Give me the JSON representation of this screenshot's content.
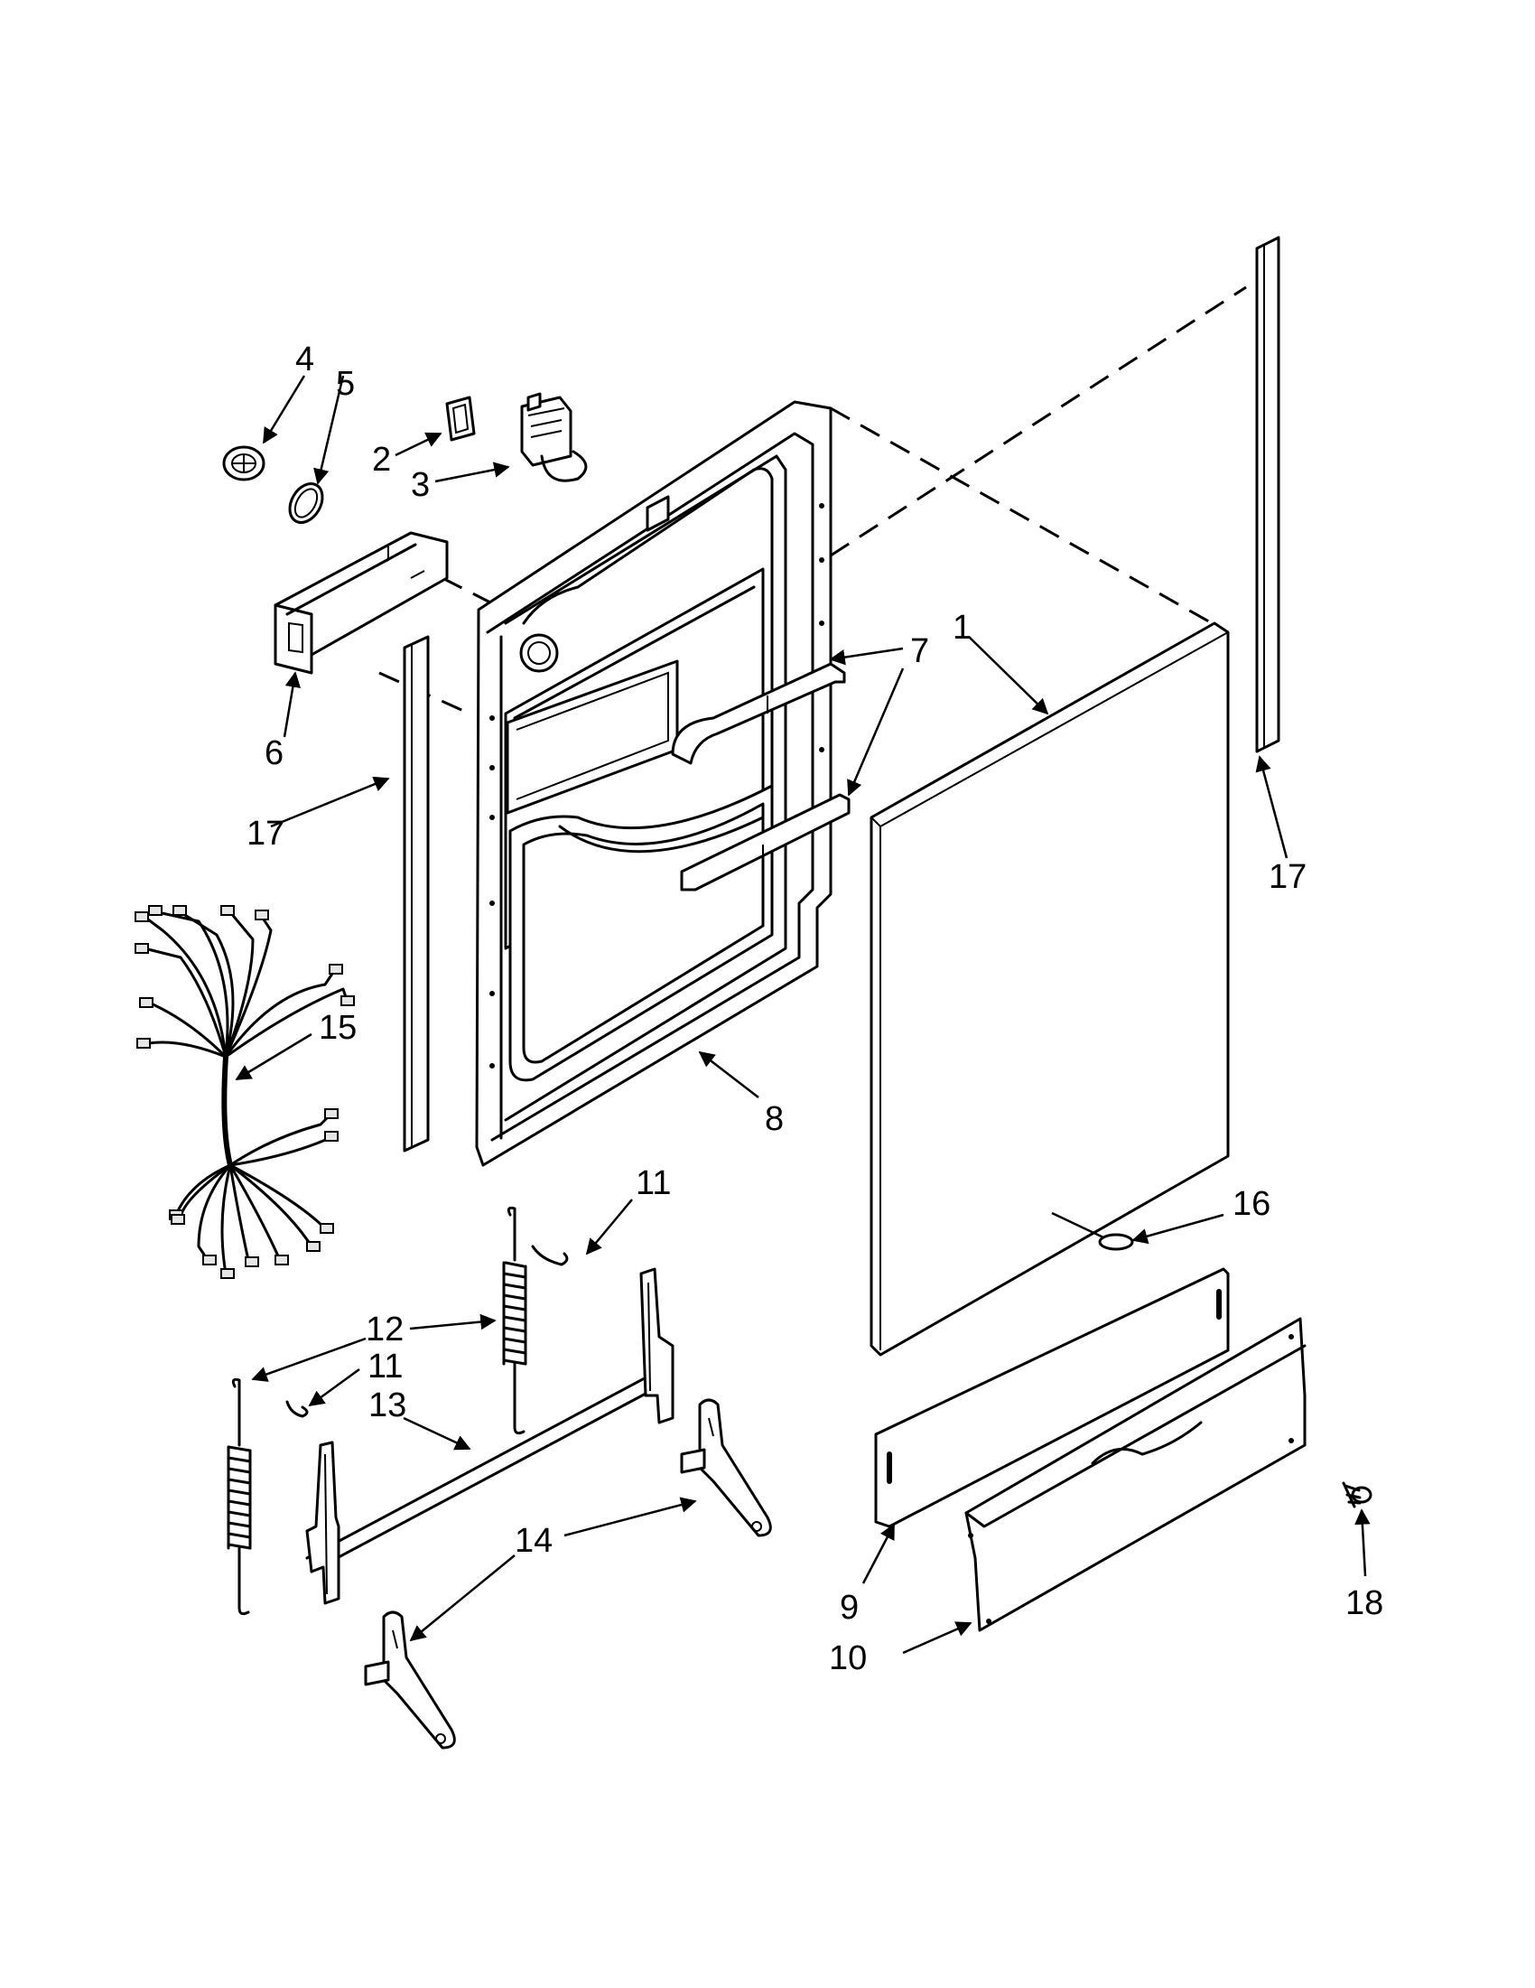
{
  "callouts": {
    "c1": "1",
    "c2": "2",
    "c3": "3",
    "c4": "4",
    "c5": "5",
    "c6": "6",
    "c7": "7",
    "c8": "8",
    "c9": "9",
    "c10": "10",
    "c11a": "11",
    "c11b": "11",
    "c12": "12",
    "c13": "13",
    "c14": "14",
    "c15": "15",
    "c16": "16",
    "c17a": "17",
    "c17b": "17",
    "c18": "18"
  }
}
